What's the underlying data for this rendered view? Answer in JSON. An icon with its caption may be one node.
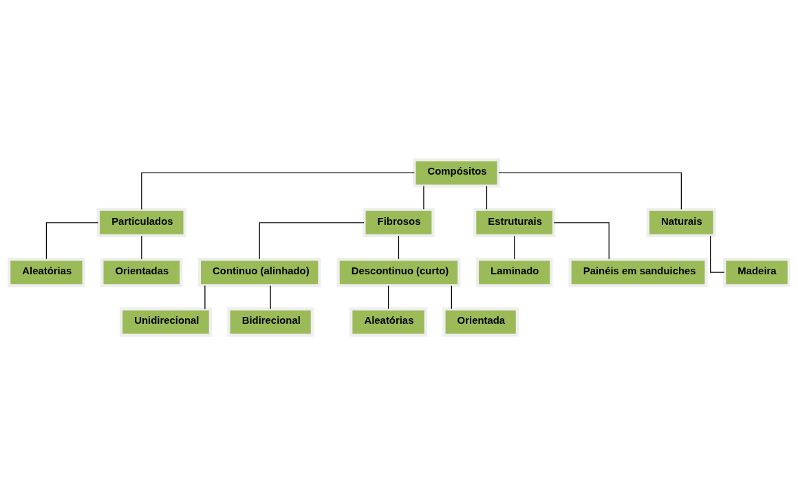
{
  "diagram": {
    "nodes": [
      {
        "text": [
          "Compósitos"
        ]
      },
      {
        "text": [
          "Particulados"
        ]
      },
      {
        "text": [
          "Fibrosos"
        ]
      },
      {
        "text": [
          "Estruturais"
        ]
      },
      {
        "text": [
          "Naturais"
        ]
      },
      {
        "text": [
          "Aleatórias"
        ]
      },
      {
        "text": [
          "Orientadas"
        ]
      },
      {
        "text": [
          "Continuo (alinhado)"
        ]
      },
      {
        "text": [
          "Descontinuo (curto)"
        ]
      },
      {
        "text": [
          "Laminado"
        ]
      },
      {
        "text": [
          "Painéis em sanduiches"
        ]
      },
      {
        "text": [
          "Madeira"
        ]
      },
      {
        "text": [
          "Unidirecional"
        ]
      },
      {
        "text": [
          "Bidirecional"
        ]
      },
      {
        "text": [
          "Aleatórias"
        ]
      },
      {
        "text": [
          "Orientada"
        ]
      }
    ],
    "edges": [
      {
        "from": 0,
        "to": 1,
        "arrow": "none"
      },
      {
        "from": 0,
        "to": 2,
        "arrow": "none"
      },
      {
        "from": 0,
        "to": 3,
        "arrow": "none"
      },
      {
        "from": 0,
        "to": 4,
        "arrow": "none"
      },
      {
        "from": 1,
        "to": 5,
        "arrow": "none"
      },
      {
        "from": 1,
        "to": 6,
        "arrow": "none"
      },
      {
        "from": 2,
        "to": 7,
        "arrow": "none"
      },
      {
        "from": 2,
        "to": 8,
        "arrow": "none"
      },
      {
        "from": 3,
        "to": 9,
        "arrow": "none"
      },
      {
        "from": 3,
        "to": 10,
        "arrow": "none"
      },
      {
        "from": 4,
        "to": 11,
        "arrow": "none"
      },
      {
        "from": 7,
        "to": 12,
        "arrow": "none"
      },
      {
        "from": 7,
        "to": 13,
        "arrow": "none"
      },
      {
        "from": 8,
        "to": 14,
        "arrow": "none"
      },
      {
        "from": 8,
        "to": 15,
        "arrow": "none"
      }
    ]
  }
}
